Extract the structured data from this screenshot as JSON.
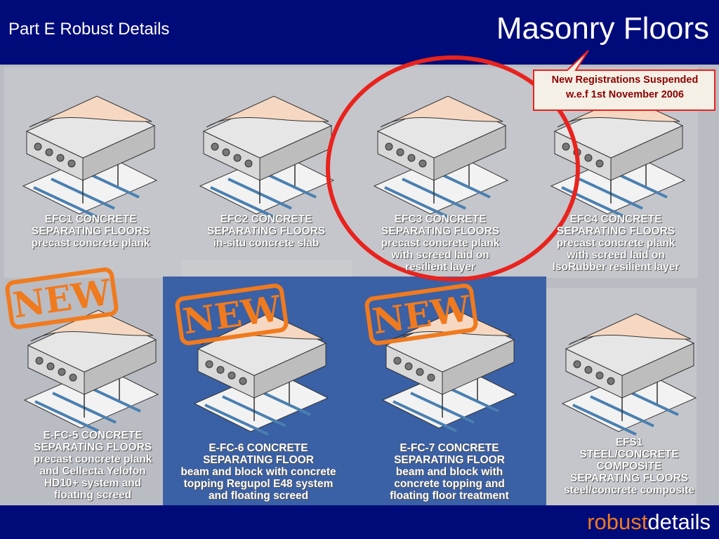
{
  "header": {
    "left_title": "Part E Robust Details",
    "right_title": "Masonry Floors"
  },
  "callout": {
    "line1": "New Registrations Suspended",
    "line2": "w.e.f 1st November 2006"
  },
  "stamps": [
    "NEW",
    "NEW",
    "NEW"
  ],
  "items": [
    {
      "lines": [
        "EFC1 CONCRETE",
        "SEPARATING FLOORS",
        "precast concrete plank"
      ]
    },
    {
      "lines": [
        "EFC2 CONCRETE",
        "SEPARATING FLOORS",
        "in-situ concrete slab"
      ]
    },
    {
      "lines": [
        "EFC3 CONCRETE",
        "SEPARATING FLOORS",
        "precast concrete plank",
        "with screed laid on",
        "resilient layer"
      ]
    },
    {
      "lines": [
        "EFC4 CONCRETE",
        "SEPARATING FLOORS",
        "precast concrete plank",
        "with screed laid on",
        "IsoRubber resilient layer"
      ]
    },
    {
      "lines": [
        "E-FC-5 CONCRETE",
        "SEPARATING FLOORS",
        "precast concrete plank",
        "and Cellecta Yelofon",
        "HD10+ system and",
        "floating screed"
      ]
    },
    {
      "lines": [
        "E-FC-6 CONCRETE",
        "SEPARATING FLOOR",
        "beam and block with concrete",
        "topping Regupol E48 system",
        "and floating screed"
      ]
    },
    {
      "lines": [
        "E-FC-7 CONCRETE",
        "SEPARATING FLOOR",
        "beam and block with",
        "concrete topping and",
        "floating floor treatment"
      ]
    },
    {
      "lines": [
        "EFS1",
        "STEEL/CONCRETE",
        "COMPOSITE",
        "SEPARATING FLOORS",
        "steel/concrete composite"
      ]
    }
  ],
  "footer": {
    "brand_part1": "robust",
    "brand_part2": "details"
  },
  "colors": {
    "header_bg": "#000b7a",
    "accent_orange": "#f07a1e",
    "highlight_red": "#e8231e",
    "panel_blue": "#3a60a5"
  }
}
